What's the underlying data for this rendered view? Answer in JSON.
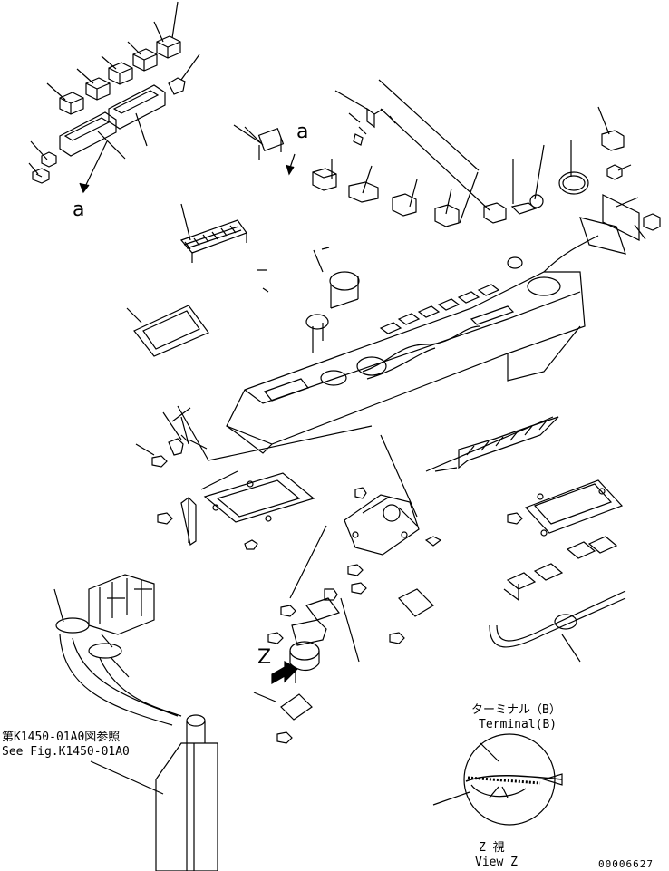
{
  "labels": {
    "view_arrow_top": "a",
    "view_arrow_mid": "a",
    "view_marker": "Z",
    "terminal_jp": "ターミナル（B）",
    "terminal_en": "Terminal(B)",
    "ref_jp": "第K1450-01A0図参照",
    "ref_en": "See Fig.K1450-01A0",
    "view_jp": "Z  視",
    "view_en": "View Z",
    "drawing_number": "00006627"
  },
  "style": {
    "line_color": "#000000",
    "background": "#ffffff"
  }
}
